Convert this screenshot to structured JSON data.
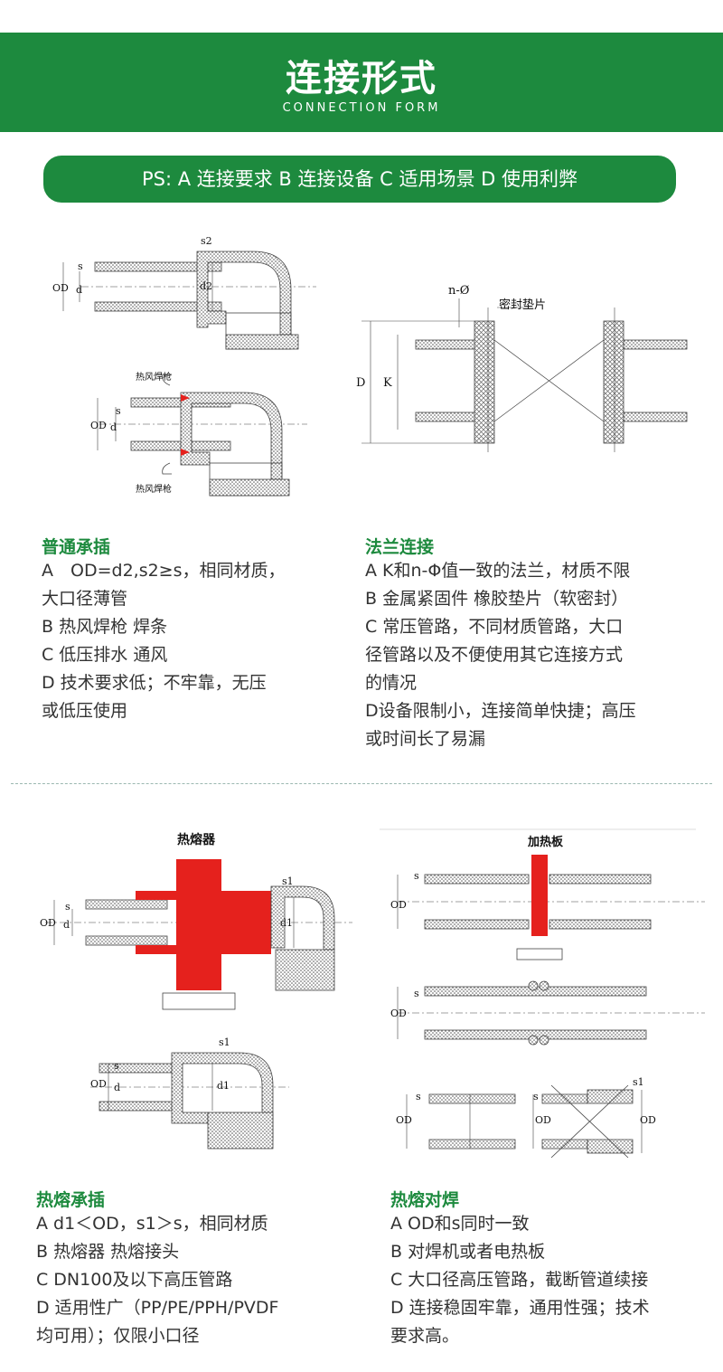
{
  "header": {
    "title": "连接形式",
    "subtitle": "CONNECTION FORM"
  },
  "ps_bar": "PS: A 连接要求  B 连接设备  C 适用场景  D 使用利弊",
  "diagram_labels": {
    "od": "OD",
    "d": "d",
    "s": "s",
    "s1": "s1",
    "s2": "s2",
    "d1": "d1",
    "d2": "d2",
    "D": "D",
    "K": "K",
    "n_phi": "n-Ø",
    "hot_air_gun": "热风焊枪",
    "gasket": "密封垫片",
    "fusion_machine": "热熔器",
    "heating_plate": "加热板"
  },
  "sections": [
    {
      "title": "普通承插",
      "lines": [
        "A　OD=d2,s2≥s，相同材质，",
        "大口径薄管",
        "B 热风焊枪 焊条",
        "C 低压排水 通风",
        "D 技术要求低；不牢靠，无压",
        "或低压使用"
      ]
    },
    {
      "title": "法兰连接",
      "lines": [
        "A  K和n-Φ值一致的法兰，材质不限",
        "B 金属紧固件 橡胶垫片（软密封）",
        "C 常压管路，不同材质管路，大口",
        "径管路以及不便使用其它连接方式",
        "的情况",
        "D设备限制小，连接简单快捷；高压",
        "或时间长了易漏"
      ]
    },
    {
      "title": "热熔承插",
      "lines": [
        "A  d1＜OD，s1＞s，相同材质",
        "B 热熔器 热熔接头",
        "C DN100及以下高压管路",
        "D 适用性广（PP/PE/PPH/PVDF",
        "均可用）；仅限小口径"
      ]
    },
    {
      "title": "热熔对焊",
      "lines": [
        "A OD和s同时一致",
        "B 对焊机或者电热板",
        "C 大口径高压管路，截断管道续接",
        "D 连接稳固牢靠，通用性强；技术",
        "要求高。"
      ]
    }
  ],
  "colors": {
    "brand_green": "#1d8a3e",
    "heater_red": "#e5211d"
  }
}
